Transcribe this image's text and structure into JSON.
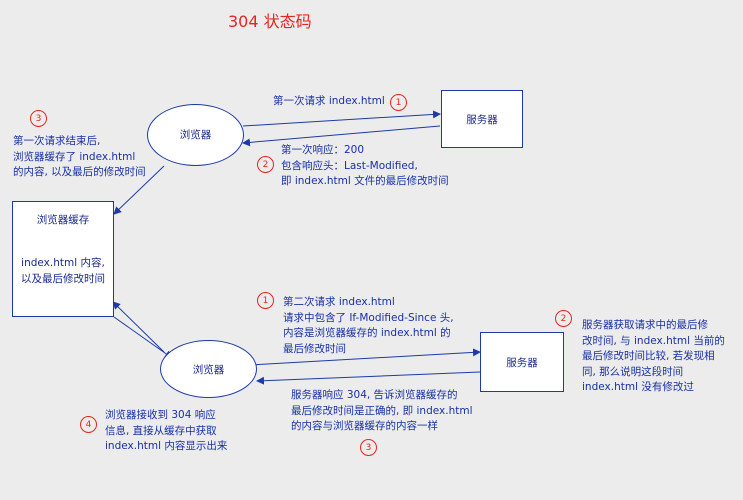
{
  "title": "304 状态码",
  "nodes": {
    "browser_top": "浏览器",
    "server_top": "服务器",
    "cache_title": "浏览器缓存",
    "cache_body": [
      "index.html 内容,",
      "以及最后修改时间"
    ],
    "browser_bottom": "浏览器",
    "server_bottom": "服务器"
  },
  "badges": {
    "top_1": "1",
    "top_2": "2",
    "top_3": "3",
    "bottom_1": "1",
    "bottom_2": "2",
    "bottom_3": "3",
    "bottom_4": "4"
  },
  "labels": {
    "first_request": "第一次请求 index.html",
    "first_response": [
      "第一次响应：200",
      "包含响应头：Last-Modified,",
      "即 index.html 文件的最后修改时间"
    ],
    "cached_after": [
      "第一次请求结束后,",
      "浏览器缓存了 index.html",
      "的内容, 以及最后的修改时间"
    ],
    "second_request": [
      "第二次请求 index.html",
      "请求中包含了 If-Modified-Since 头,",
      "内容是浏览器缓存的 index.html 的",
      "最后修改时间"
    ],
    "server_compare": [
      "服务器获取请求中的最后修",
      "改时间, 与 index.html 当前的",
      "最后修改时间比较, 若发现相",
      "同, 那么说明这段时间",
      "index.html 没有修改过"
    ],
    "server_304": [
      "服务器响应 304, 告诉浏览器缓存的",
      "最后修改时间是正确的, 即 index.html",
      "的内容与浏览器缓存的内容一样"
    ],
    "browser_from_cache": [
      "浏览器接收到 304 响应",
      "信息, 直接从缓存中获取",
      "index.html 内容显示出来"
    ]
  },
  "colors": {
    "title": "#e8251f",
    "text": "#1830a8",
    "lines": "#1d3aa8",
    "badge": "#e8251f",
    "background": "#ececec"
  }
}
